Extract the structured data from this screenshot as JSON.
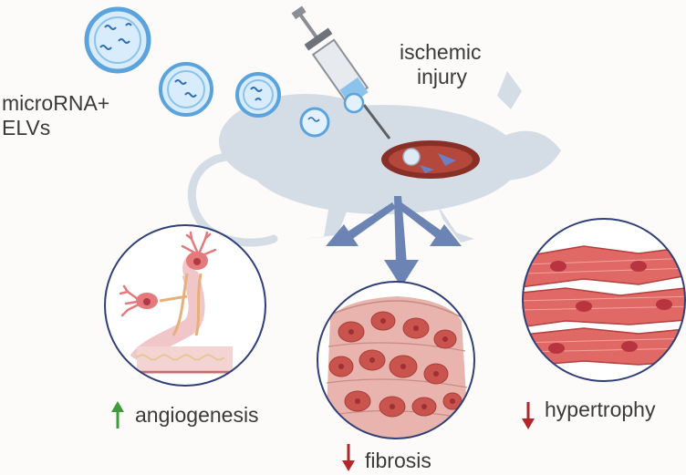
{
  "labels": {
    "treatment_line1": "microRNA+",
    "treatment_line2": "ELVs",
    "injury_line1": "ischemic",
    "injury_line2": "injury"
  },
  "outcomes": [
    {
      "label": "angiogenesis",
      "direction": "up",
      "arrow_color": "#3f9b3b",
      "icon": "up-arrow-icon"
    },
    {
      "label": "fibrosis",
      "direction": "down",
      "arrow_color": "#b3262a",
      "icon": "down-arrow-icon"
    },
    {
      "label": "hypertrophy",
      "direction": "down",
      "arrow_color": "#b3262a",
      "icon": "down-arrow-icon"
    }
  ],
  "colors": {
    "mouse": "#d4dde6",
    "vesicle": "#5aa3dd",
    "branch_arrow": "#6c84b4",
    "tissue": "#d9605c",
    "circle_border": "#2f3f78"
  }
}
